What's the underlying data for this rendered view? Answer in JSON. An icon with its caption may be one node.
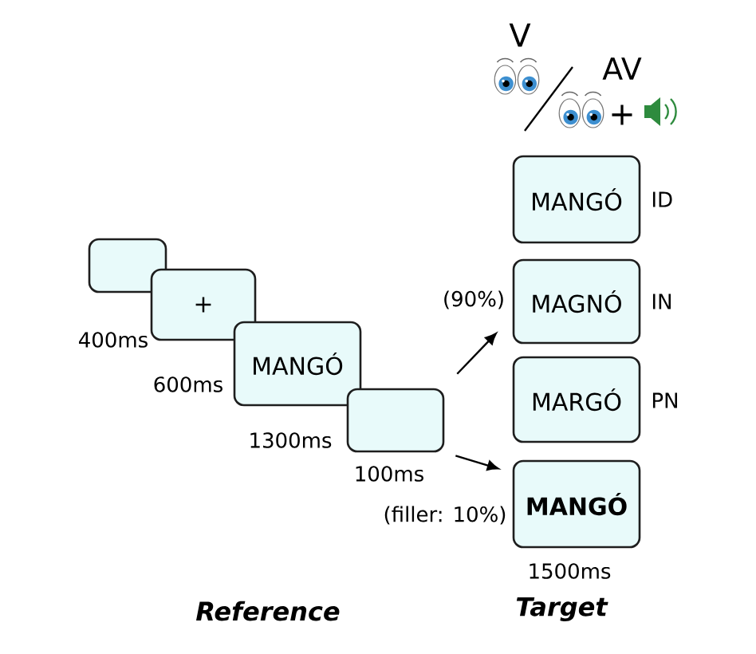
{
  "diagram": {
    "nodes": [
      {
        "text": [],
        "shape": "box"
      },
      {
        "text": [
          "+"
        ]
      },
      {
        "text": [
          "MANGÓ"
        ],
        "beside": [
          "1300ms"
        ]
      },
      {
        "text": [],
        "shape": "box",
        "beside": [
          "100ms"
        ]
      },
      {
        "text": [
          "MANGÓ"
        ],
        "beside": [
          "ID"
        ]
      },
      {
        "text": [
          "MAGNÓ"
        ],
        "beside": [
          "IN"
        ]
      },
      {
        "text": [
          "MARGÓ"
        ],
        "beside": [
          "PN"
        ]
      },
      {
        "text": [
          "MANGÓ"
        ],
        "beside": [
          "1500ms"
        ]
      }
    ],
    "edges": [
      {
        "from": 3,
        "to": 5,
        "arrow": "to",
        "label": "(90%)"
      },
      {
        "from": 3,
        "to": 7,
        "arrow": "to",
        "label": "(filler: 10%)"
      }
    ],
    "labels": [
      "V",
      "AV",
      "+",
      "400ms",
      "600ms",
      "Reference",
      "Target"
    ]
  }
}
